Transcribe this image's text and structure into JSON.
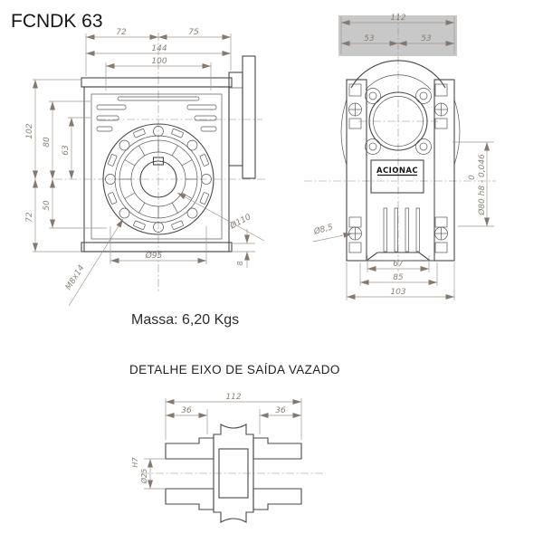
{
  "title": "FCNDK 63",
  "mass_text": "Massa: 6,20 Kgs",
  "front": {
    "dims": {
      "w72": "72",
      "w75": "75",
      "w144": "144",
      "w100": "100",
      "h102": "102",
      "h80": "80",
      "h63": "63",
      "h50": "50",
      "h72": "72",
      "d95": "Ø95",
      "d110": "Ø110",
      "m8": "M8x14",
      "t8": "8"
    }
  },
  "side": {
    "brand": "ACIONAC",
    "dims": {
      "w112": "112",
      "l53": "53",
      "r53": "53",
      "d85": "Ø8,5",
      "tol0": "0",
      "d80": "Ø80 h8 - 0,046",
      "w67": "67",
      "w85": "85",
      "w103": "103"
    }
  },
  "detail": {
    "heading": "DETALHE EIXO DE SAÍDA VAZADO",
    "dims": {
      "w112": "112",
      "l36": "36",
      "r36": "36",
      "d25": "Ø25",
      "h7": "H7"
    }
  },
  "colors": {
    "line": "#474747",
    "dim_text": "#8a8177",
    "shade": "#c8c8c8"
  }
}
